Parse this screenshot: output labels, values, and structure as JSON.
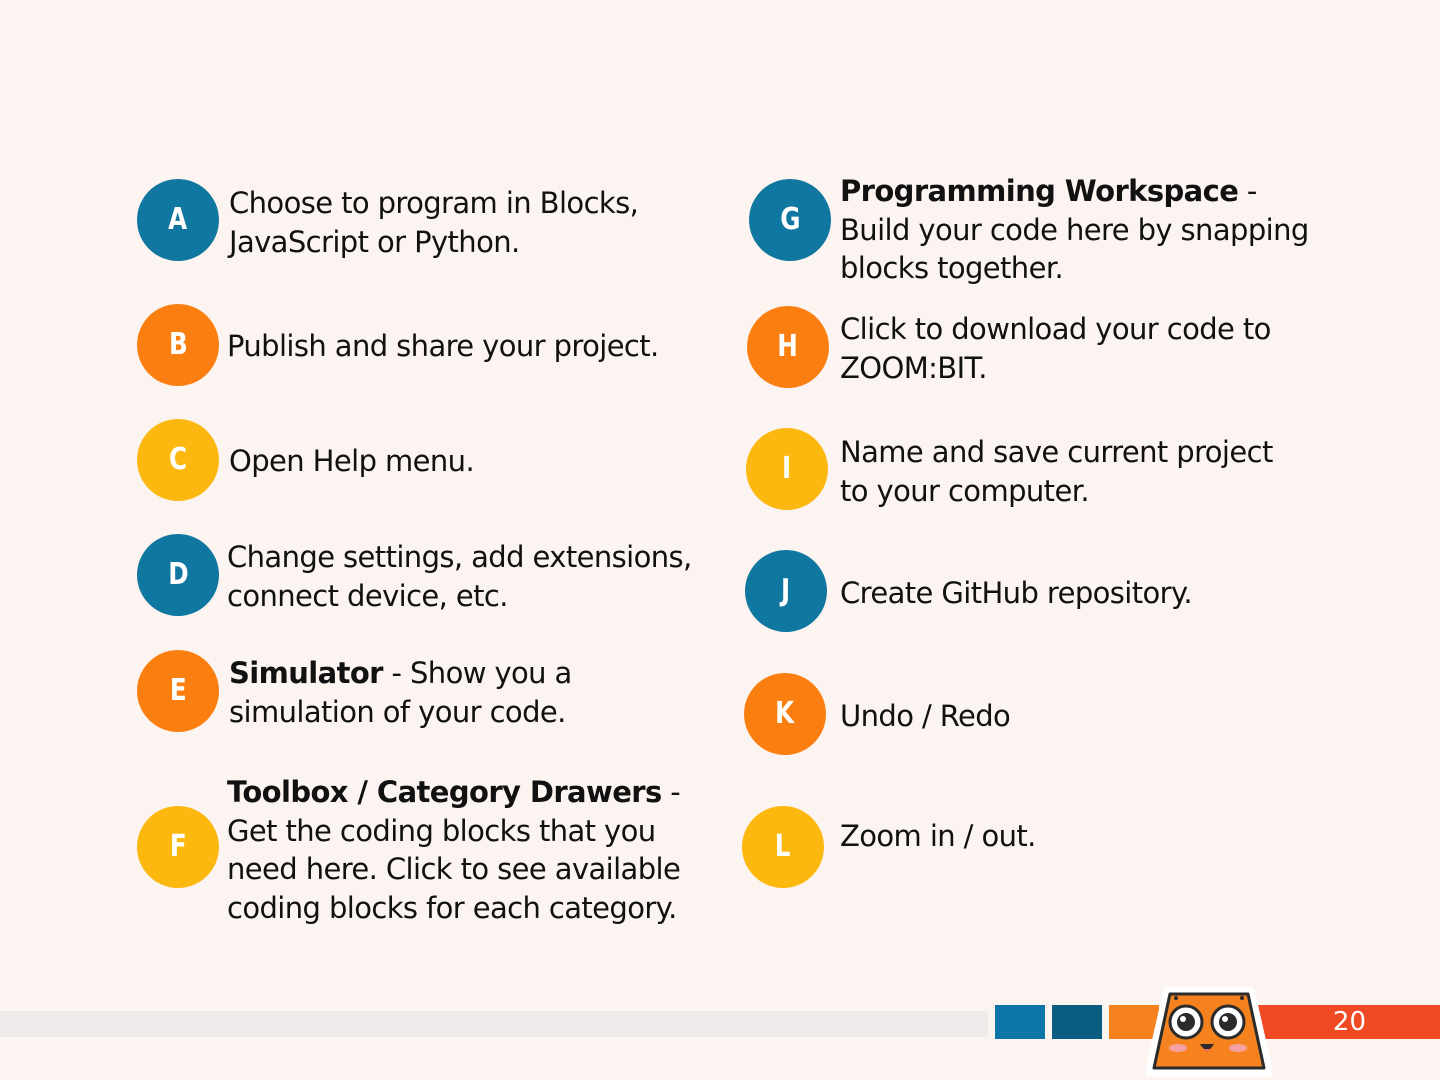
{
  "items": {
    "a": {
      "letter": "A",
      "desc": "Choose to program in Blocks, JavaScript or Python."
    },
    "b": {
      "letter": "B",
      "desc": "Publish and share your project."
    },
    "c": {
      "letter": "C",
      "desc": "Open Help menu."
    },
    "d": {
      "letter": "D",
      "desc": "Change settings, add extensions, connect device,  etc."
    },
    "e": {
      "letter": "E",
      "bold": "Simulator",
      "desc": " - Show you a simulation of your code."
    },
    "f": {
      "letter": "F",
      "bold": "Toolbox / Category Drawers",
      "desc": " - Get the coding blocks that you need here. Click to see available coding blocks for each category."
    },
    "g": {
      "letter": "G",
      "bold": "Programming Workspace",
      "desc": "  - Build your code here by snapping blocks together."
    },
    "h": {
      "letter": "H",
      "desc": "Click to download your code to ZOOM:BIT."
    },
    "i": {
      "letter": "I",
      "desc": "Name and save current project to your computer."
    },
    "j": {
      "letter": "J",
      "desc": "Create GitHub repository."
    },
    "k": {
      "letter": "K",
      "desc": "Undo / Redo"
    },
    "l": {
      "letter": "L",
      "desc": "Zoom in / out."
    }
  },
  "footer": {
    "page_number": "20"
  },
  "colors": {
    "background": "#fcf4f1",
    "blue": "#1077a0",
    "orange": "#fb7f10",
    "yellow": "#fdb810",
    "red": "#ef4a24"
  }
}
